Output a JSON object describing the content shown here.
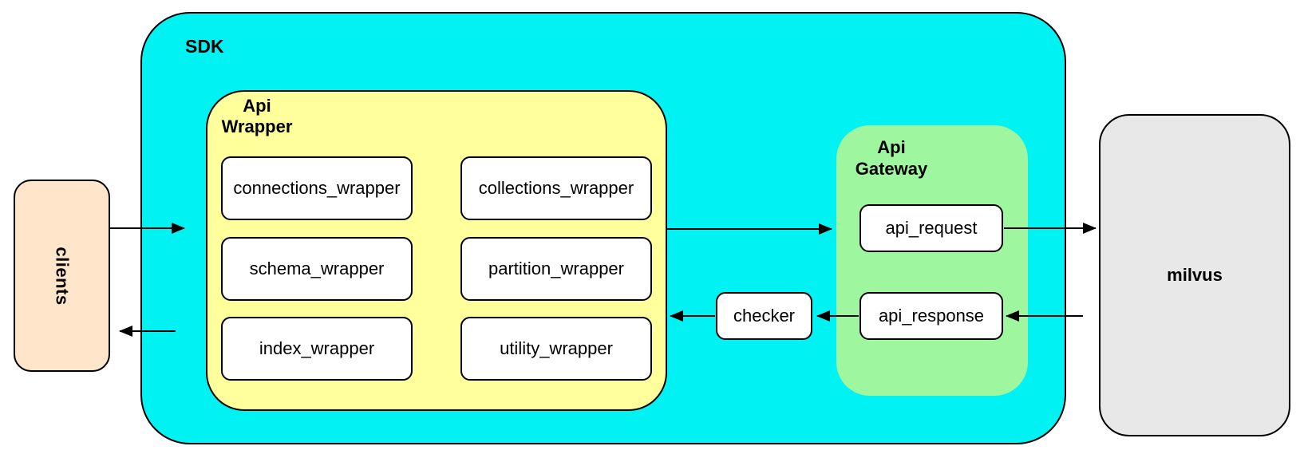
{
  "sdk": {
    "label": "SDK"
  },
  "clients": {
    "label": "clients"
  },
  "api_wrapper": {
    "title_line1": "Api",
    "title_line2": "Wrapper",
    "modules": [
      "connections_wrapper",
      "collections_wrapper",
      "schema_wrapper",
      "partition_wrapper",
      "index_wrapper",
      "utility_wrapper"
    ]
  },
  "api_gateway": {
    "title_line1": "Api",
    "title_line2": "Gateway",
    "request_label": "api_request",
    "response_label": "api_response"
  },
  "checker": {
    "label": "checker"
  },
  "milvus": {
    "label": "milvus"
  },
  "edges": [
    {
      "from": "clients",
      "to": "SDK"
    },
    {
      "from": "Api Wrapper",
      "to": "Api Gateway"
    },
    {
      "from": "api_request",
      "to": "milvus"
    },
    {
      "from": "milvus",
      "to": "api_response"
    },
    {
      "from": "api_response",
      "to": "checker"
    },
    {
      "from": "checker",
      "to": "Api Wrapper"
    },
    {
      "from": "SDK",
      "to": "clients"
    }
  ],
  "colors": {
    "sdk-fill": "#00F2F2",
    "wrapper-fill": "#FFFF9C",
    "gateway-fill": "#9EF79E",
    "clients-fill": "#FFE5C9",
    "milvus-fill": "#E8E8E8",
    "node-fill": "#FFFFFF",
    "border": "#000000"
  }
}
